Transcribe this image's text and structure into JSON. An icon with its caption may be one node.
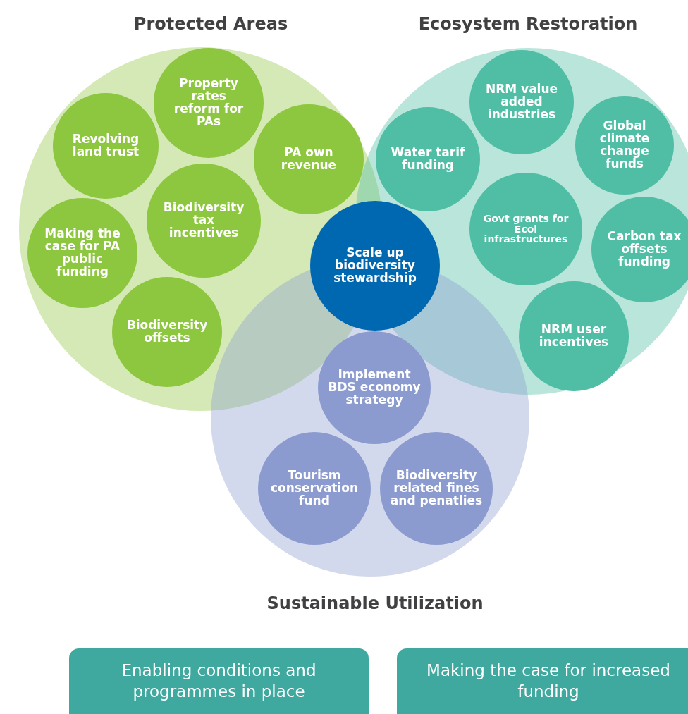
{
  "diagram": {
    "nodes": [
      {
        "text": [
          "Protected Areas"
        ]
      },
      {
        "text": [
          "Property rates reform for PAs"
        ],
        "in": 0
      },
      {
        "text": [
          "Revolving land trust"
        ],
        "in": 0
      },
      {
        "text": [
          "PA own revenue"
        ],
        "in": 0
      },
      {
        "text": [
          "Biodiversity tax incentives"
        ],
        "in": 0
      },
      {
        "text": [
          "Making the case for PA public funding"
        ],
        "in": 0
      },
      {
        "text": [
          "Biodiversity offsets"
        ],
        "in": 0
      },
      {
        "text": [
          "Ecosystem Restoration"
        ]
      },
      {
        "text": [
          "NRM value added industries"
        ],
        "in": 7
      },
      {
        "text": [
          "Water tarif funding"
        ],
        "in": 7
      },
      {
        "text": [
          "Global climate change funds"
        ],
        "in": 7
      },
      {
        "text": [
          "Govt grants for Ecol infrastructures"
        ],
        "in": 7
      },
      {
        "text": [
          "Carbon tax offsets funding"
        ],
        "in": 7
      },
      {
        "text": [
          "NRM user incentives"
        ],
        "in": 7
      },
      {
        "text": [
          "Scale up biodiversity stewardship"
        ]
      },
      {
        "text": [
          "Sustainable Utilization"
        ]
      },
      {
        "text": [
          "Implement BDS economy strategy"
        ],
        "in": 15
      },
      {
        "text": [
          "Tourism conservation fund"
        ],
        "in": 15
      },
      {
        "text": [
          "Biodiversity related fines and penatlies"
        ],
        "in": 15
      },
      {
        "text": [
          "Enabling conditions and programmes in place"
        ]
      },
      {
        "text": [
          "Making the case for increased funding"
        ]
      }
    ]
  }
}
